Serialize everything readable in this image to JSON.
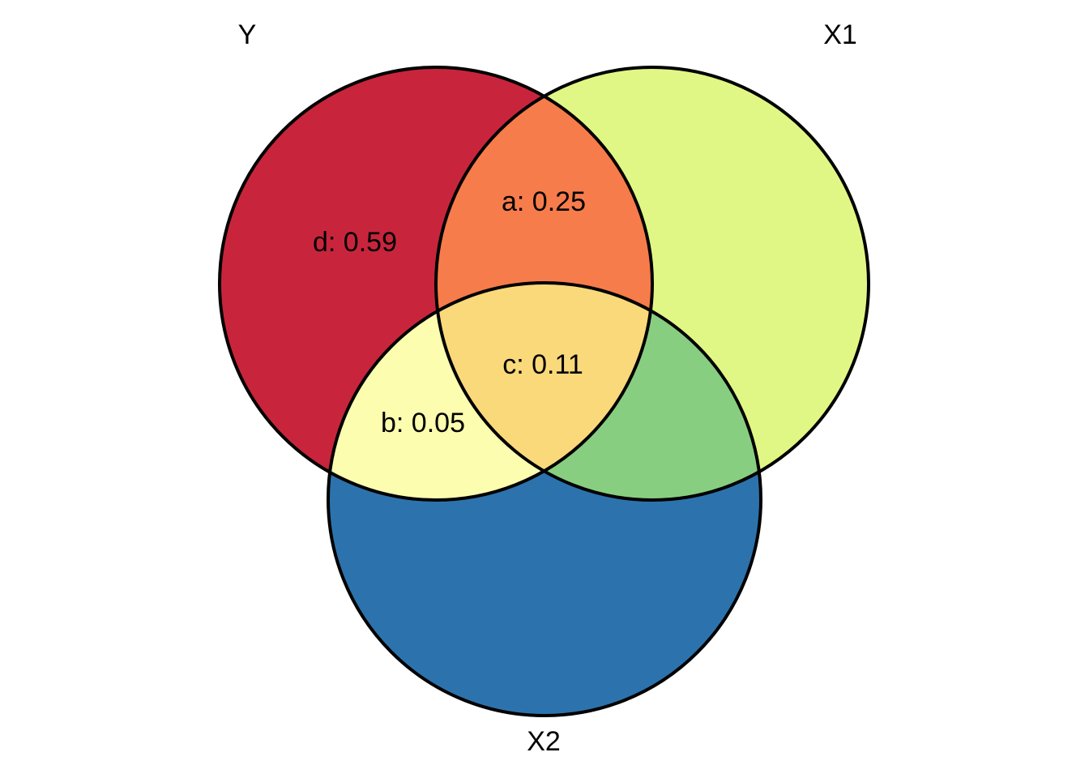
{
  "sets": [
    {
      "id": "Y",
      "label": "Y"
    },
    {
      "id": "X1",
      "label": "X1"
    },
    {
      "id": "X2",
      "label": "X2"
    }
  ],
  "regions": [
    {
      "id": "only_Y",
      "label": "d: 0.59",
      "color": "#c8253c"
    },
    {
      "id": "only_X1",
      "label": "",
      "color": "#e1f785"
    },
    {
      "id": "only_X2",
      "label": "",
      "color": "#2c73ad"
    },
    {
      "id": "Y_X1",
      "label": "a: 0.25",
      "color": "#f77c4b"
    },
    {
      "id": "Y_X2",
      "label": "b: 0.05",
      "color": "#fcfdaf"
    },
    {
      "id": "X1_X2",
      "label": "",
      "color": "#88ce80"
    },
    {
      "id": "Y_X1_X2",
      "label": "c: 0.11",
      "color": "#fad97b"
    }
  ]
}
